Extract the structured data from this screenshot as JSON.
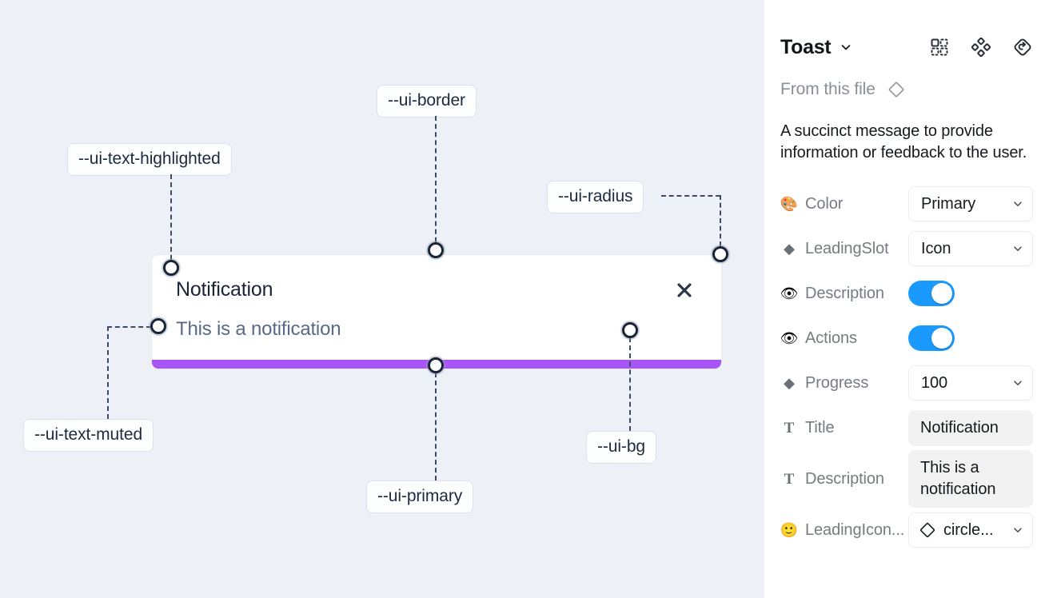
{
  "canvas": {
    "background_color": "#edf1f7",
    "toast": {
      "title": "Notification",
      "description": "This is a notification",
      "close_icon": "close-x-icon",
      "progress_bar_color": "#a855f7",
      "card_background": "#ffffff"
    },
    "annotations": [
      {
        "id": "border",
        "label": "--ui-border"
      },
      {
        "id": "text-highlighted",
        "label": "--ui-text-highlighted"
      },
      {
        "id": "radius",
        "label": "--ui-radius"
      },
      {
        "id": "text-muted",
        "label": "--ui-text-muted"
      },
      {
        "id": "bg",
        "label": "--ui-bg"
      },
      {
        "id": "primary",
        "label": "--ui-primary"
      }
    ]
  },
  "panel": {
    "title": "Toast",
    "title_caret_icon": "chevron-down-icon",
    "header_icons": [
      {
        "name": "component-grid-icon"
      },
      {
        "name": "four-diamonds-icon"
      },
      {
        "name": "reset-variant-icon"
      }
    ],
    "from_this_file": {
      "label": "From this file",
      "icon": "diamond-outline-icon"
    },
    "description": "A succinct message to provide information or feedback to the user.",
    "properties": [
      {
        "name": "Color",
        "icon": "palette-emoji-icon",
        "icon_glyph": "🎨",
        "control": "select",
        "value": "Primary"
      },
      {
        "name": "LeadingSlot",
        "icon": "filled-diamond-icon",
        "icon_glyph": "◆",
        "control": "select",
        "value": "Icon"
      },
      {
        "name": "Description",
        "icon": "eye-emoji-icon",
        "icon_glyph": "👁",
        "control": "toggle",
        "value": "on"
      },
      {
        "name": "Actions",
        "icon": "eye-emoji-icon",
        "icon_glyph": "👁",
        "control": "toggle",
        "value": "on"
      },
      {
        "name": "Progress",
        "icon": "filled-diamond-icon",
        "icon_glyph": "◆",
        "control": "select",
        "value": "100"
      },
      {
        "name": "Title",
        "icon": "text-type-icon",
        "icon_glyph": "T",
        "control": "textfield",
        "value": "Notification"
      },
      {
        "name": "Description",
        "icon": "text-type-icon",
        "icon_glyph": "T",
        "control": "textfield",
        "value": "This is a notification"
      },
      {
        "name": "LeadingIcon...",
        "icon": "smiley-emoji-icon",
        "icon_glyph": "🙂",
        "control": "icon-select",
        "value": "circle..."
      }
    ],
    "toggle_on_color": "#1a9afe",
    "textfield_background": "#f2f2f3"
  }
}
